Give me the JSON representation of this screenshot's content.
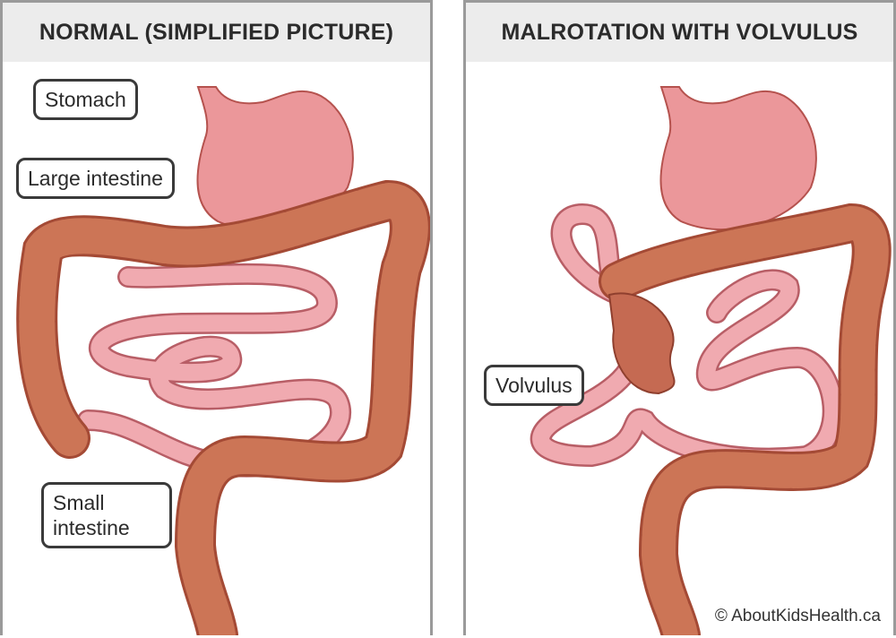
{
  "panels": [
    {
      "title": "NORMAL (SIMPLIFIED PICTURE)",
      "labels": {
        "stomach": "Stomach",
        "large_intestine": "Large intestine",
        "small_intestine": "Small intestine"
      }
    },
    {
      "title": "MALROTATION WITH VOLVULUS",
      "labels": {
        "volvulus": "Volvulus"
      }
    }
  ],
  "copyright": "© AboutKidsHealth.ca",
  "colors": {
    "large_intestine": "#c8704f",
    "small_intestine": "#eea0a3",
    "stomach": "#e88a8c",
    "header_bg": "#ececec",
    "border": "#9a9a9a"
  }
}
